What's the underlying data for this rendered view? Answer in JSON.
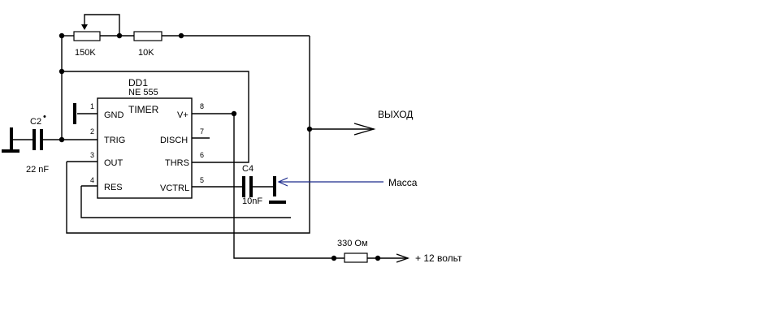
{
  "ic": {
    "designator": "DD1",
    "part": "NE 555",
    "title": "TIMER",
    "pins": [
      {
        "num": "1",
        "name": "GND"
      },
      {
        "num": "2",
        "name": "TRIG"
      },
      {
        "num": "3",
        "name": "OUT"
      },
      {
        "num": "4",
        "name": "RES"
      },
      {
        "num": "8",
        "name": "V+"
      },
      {
        "num": "7",
        "name": "DISCH"
      },
      {
        "num": "6",
        "name": "THRS"
      },
      {
        "num": "5",
        "name": "VCTRL"
      }
    ]
  },
  "components": {
    "pot_value": "150K",
    "r_value": "10K",
    "c2_label": "C2",
    "c2_mark": "•",
    "c2_value": "22 nF",
    "c4_label": "C4",
    "c4_value": "10nF",
    "r_supply_value": "330 Ом"
  },
  "labels": {
    "output": "ВЫХОД",
    "ground": "Масса",
    "supply": "+ 12 вольт"
  },
  "colors": {
    "wire": "#000000",
    "ground_pointer": "#1c2a8c",
    "background": "#ffffff"
  }
}
